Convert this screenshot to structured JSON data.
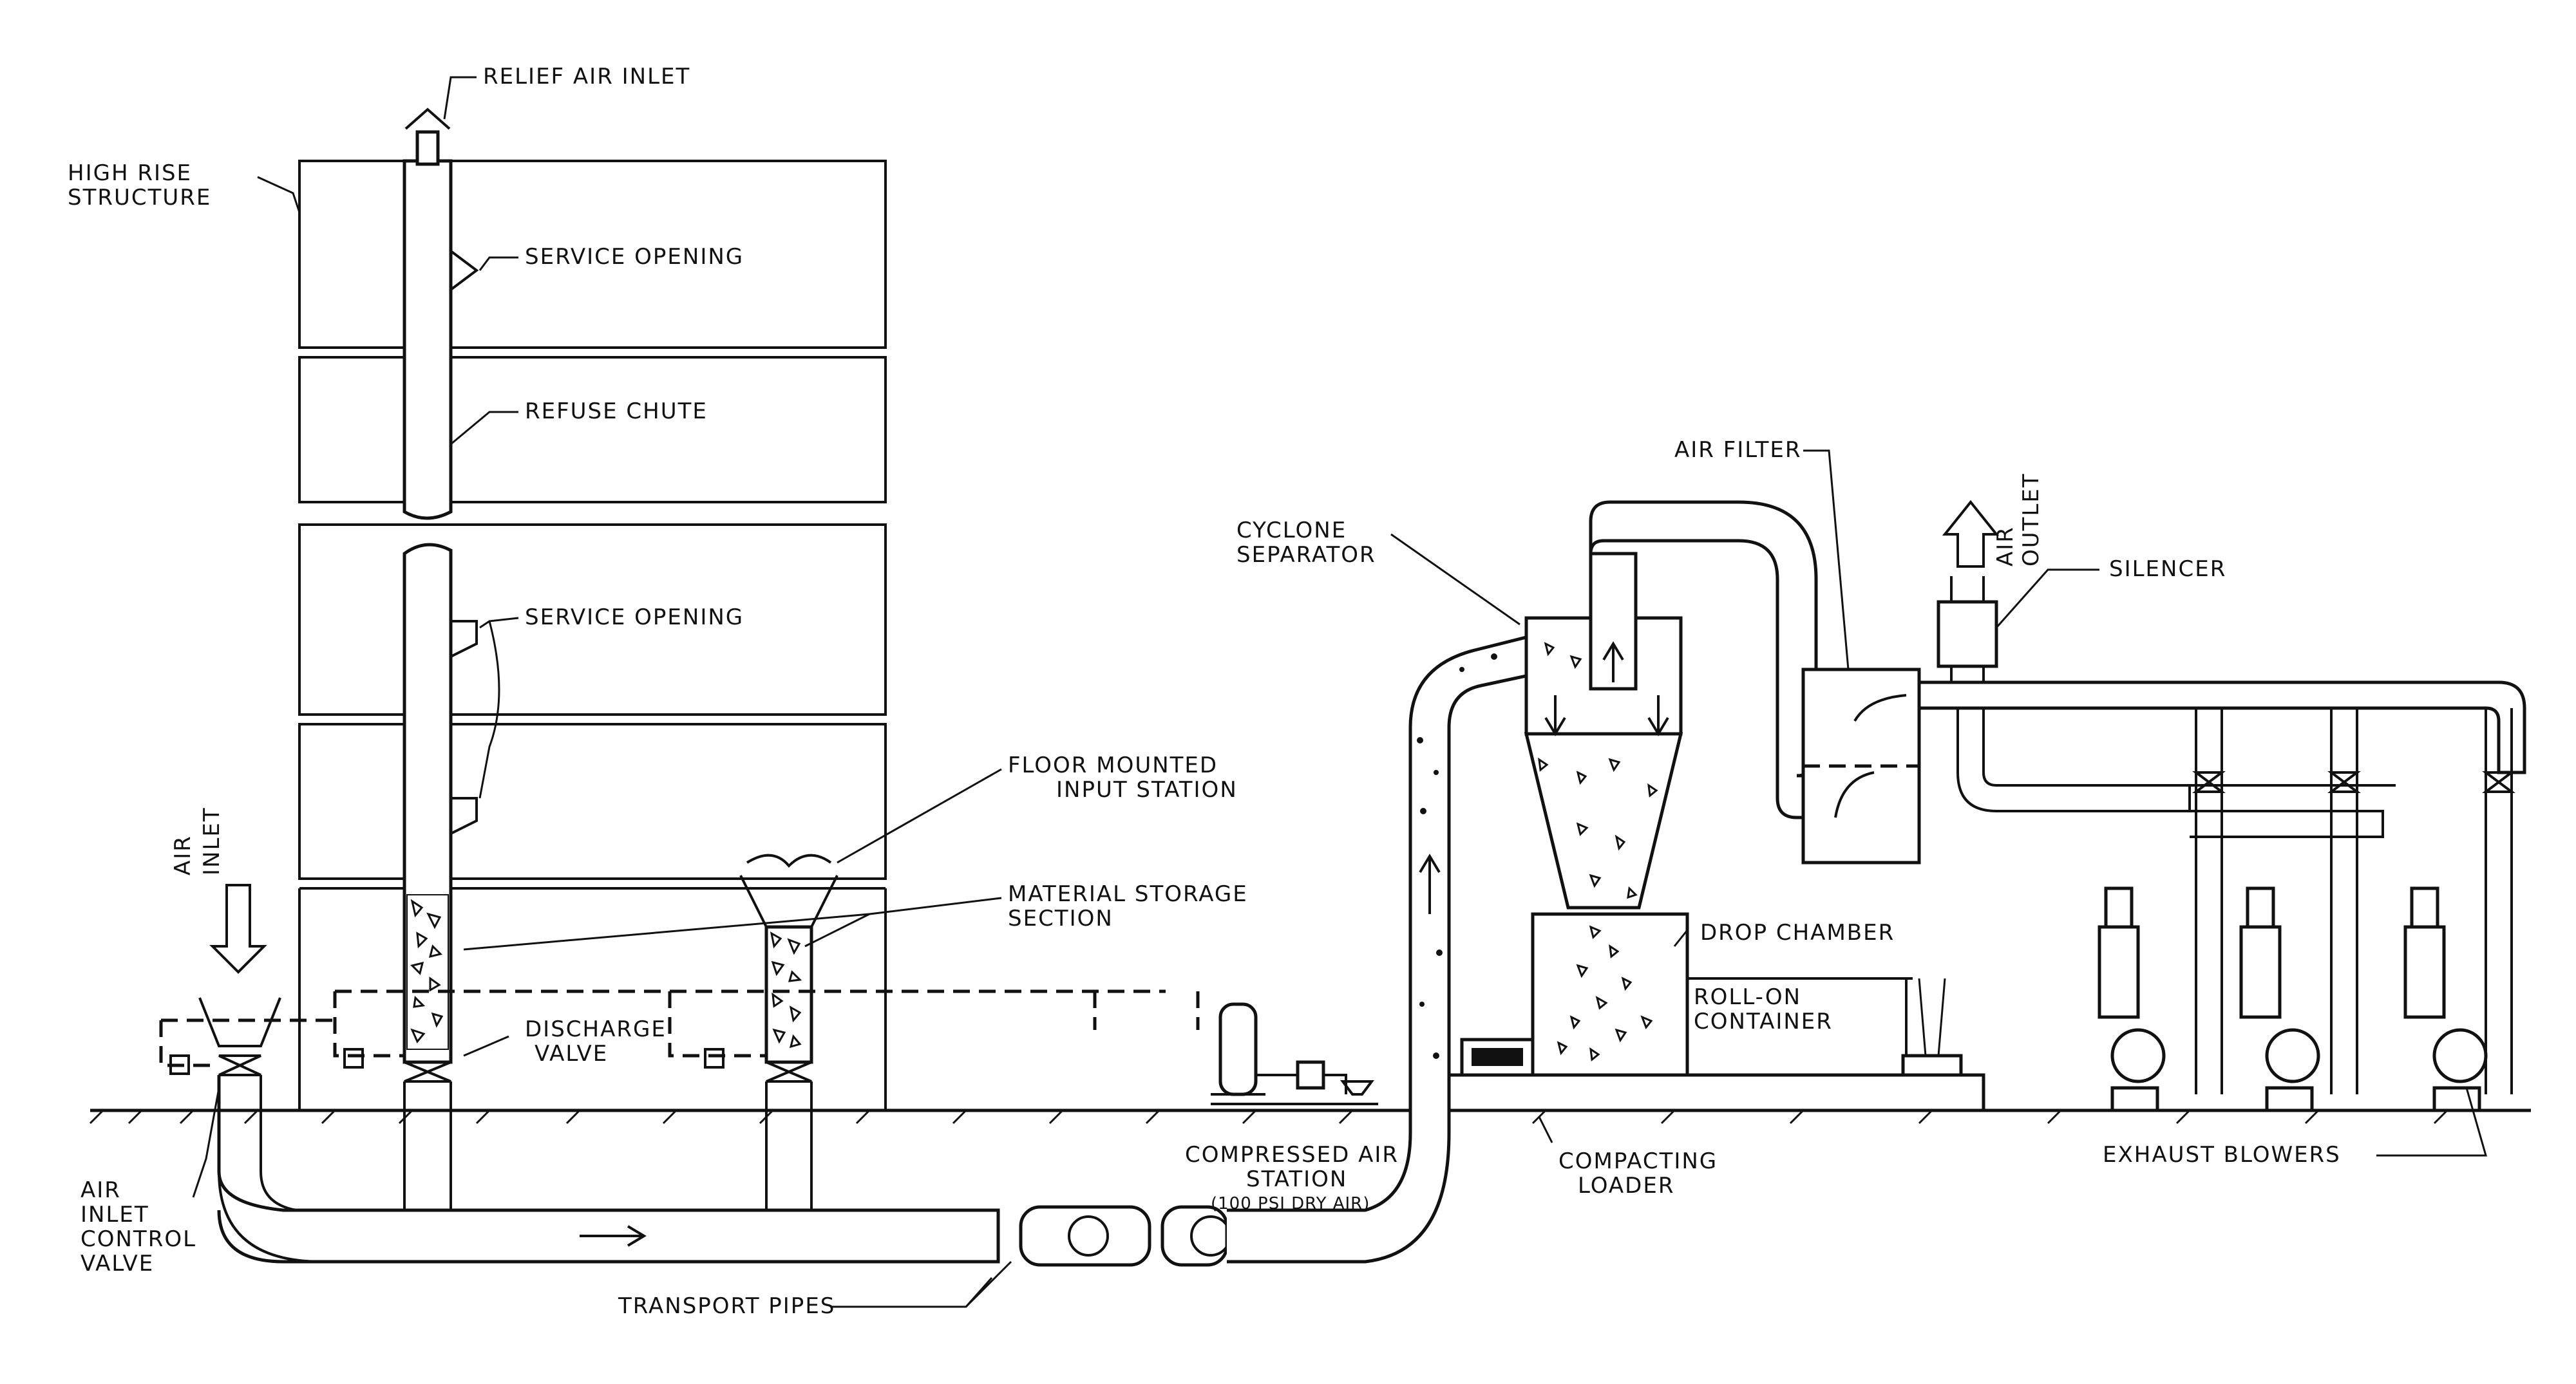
{
  "labels": {
    "relief_air_inlet": "RELIEF AIR INLET",
    "high_rise": "HIGH RISE",
    "structure": "STRUCTURE",
    "service_opening_1": "SERVICE  OPENING",
    "refuse_chute": "REFUSE  CHUTE",
    "service_opening_2": "SERVICE  OPENING",
    "floor_mounted": "FLOOR MOUNTED",
    "input_station": "INPUT STATION",
    "material_storage": "MATERIAL STORAGE",
    "section": "SECTION",
    "air_inlet_1": "AIR",
    "air_inlet_2": "INLET",
    "discharge": "DISCHARGE",
    "valve": "VALVE",
    "aicv_1": "AIR",
    "aicv_2": "INLET",
    "aicv_3": "CONTROL",
    "aicv_4": "VALVE",
    "transport_pipes": "TRANSPORT PIPES",
    "compressed_air": "COMPRESSED AIR",
    "station": "STATION",
    "dry_air": "(100 PSI DRY AIR)",
    "cyclone": "CYCLONE",
    "separator": "SEPARATOR",
    "air_filter": "AIR FILTER",
    "air_outlet_1": "AIR",
    "air_outlet_2": "OUTLET",
    "silencer": "SILENCER",
    "drop_chamber": "DROP CHAMBER",
    "roll_on": "ROLL-ON",
    "container": "CONTAINER",
    "compacting": "COMPACTING",
    "loader": "LOADER",
    "exhaust_blowers": "EXHAUST BLOWERS"
  }
}
